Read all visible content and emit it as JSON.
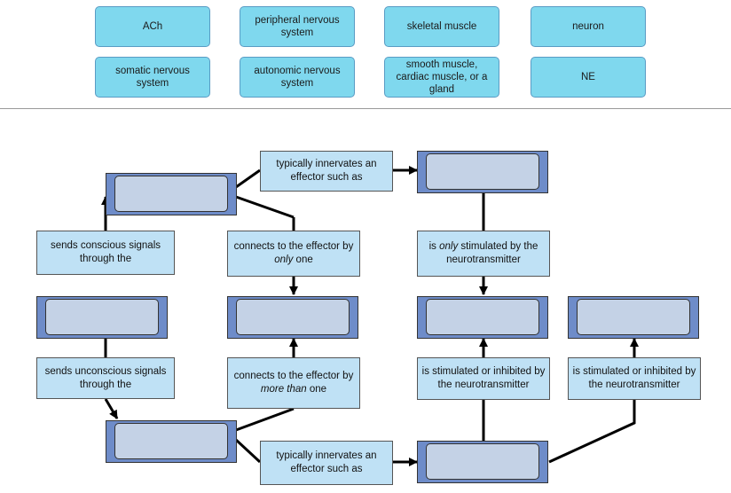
{
  "word_bank": [
    {
      "id": "ach",
      "label": "ACh"
    },
    {
      "id": "pns",
      "label": "peripheral nervous system"
    },
    {
      "id": "skeletal",
      "label": "skeletal muscle"
    },
    {
      "id": "neuron",
      "label": "neuron"
    },
    {
      "id": "somatic",
      "label": "somatic nervous system"
    },
    {
      "id": "autonomic",
      "label": "autonomic nervous system"
    },
    {
      "id": "smooth",
      "label": "smooth muscle, cardiac muscle, or a gland"
    },
    {
      "id": "ne",
      "label": "NE"
    }
  ],
  "labels": {
    "typically_innervates_top": "typically innervates an effector such as",
    "sends_conscious": "sends conscious signals through the",
    "sends_unconscious": "sends unconscious signals through the",
    "connects_one_pre": "connects to the effector by ",
    "connects_one_em": "only",
    "connects_one_post": " one",
    "connects_more_pre": "connects to the effector by ",
    "connects_more_em": "more than",
    "connects_more_post": " one",
    "only_stim_pre": "is ",
    "only_stim_em": "only",
    "only_stim_post": " stimulated by the neurotransmitter",
    "stim_inhib_a": "is stimulated or inhibited by the neurotransmitter",
    "stim_inhib_b": "is stimulated or inhibited by the neurotransmitter",
    "typically_innervates_bottom": "typically innervates an effector such as"
  },
  "colors": {
    "tile": "#7fd8ee",
    "label_box": "#bfe1f5",
    "slot_frame": "#6e8cc9",
    "slot_drop": "#c4d2e6"
  }
}
